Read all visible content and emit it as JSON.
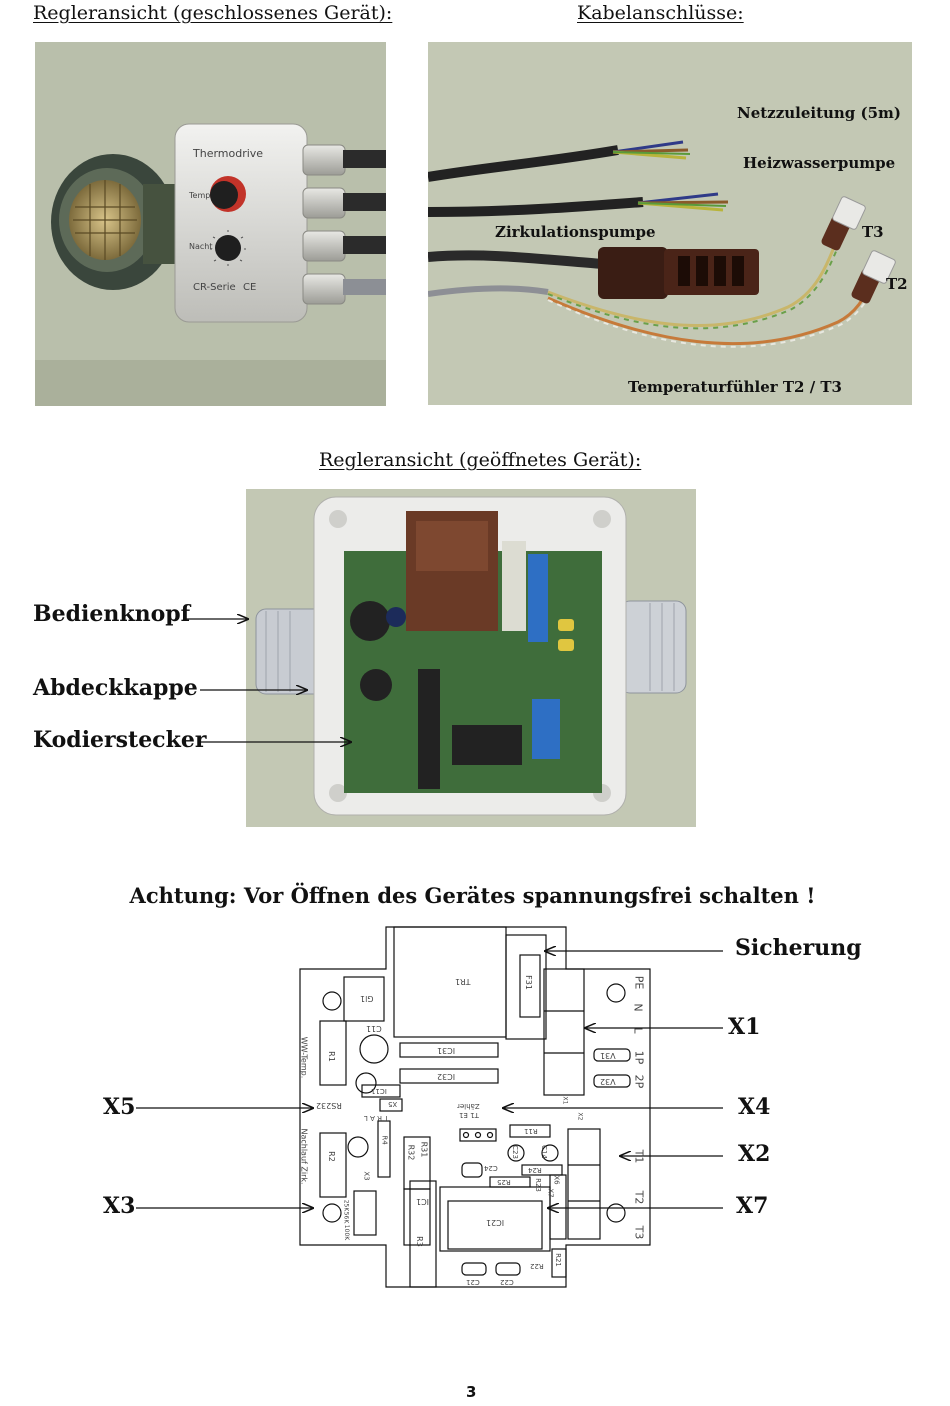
{
  "captions": {
    "closed": "Regleransicht (geschlossenes Gerät):",
    "cables": "Kabelanschlüsse:",
    "opened": "Regleransicht (geöffnetes Gerät):"
  },
  "device": {
    "brand": "Thermodrive",
    "temp": "Temp",
    "nacht": "Nacht",
    "series": "CR-Serie",
    "ce": "CE"
  },
  "cables": {
    "netz": "Netzzuleitung (5m)",
    "heiz": "Heizwasserpumpe",
    "zirk": "Zirkulationspumpe",
    "t3": "T3",
    "t2": "T2",
    "fuehler": "Temperaturfühler T2 / T3"
  },
  "opened_labels": {
    "bedienknopf": "Bedienknopf",
    "abdeckkappe": "Abdeckkappe",
    "kodierstecker": "Kodierstecker"
  },
  "warning": "Achtung: Vor Öffnen des Gerätes spannungsfrei schalten !",
  "schematic_labels": {
    "sicherung": "Sicherung",
    "x1": "X1",
    "x5": "X5",
    "x4": "X4",
    "x2": "X2",
    "x3": "X3",
    "x7": "X7"
  },
  "pcb": {
    "tr1": "TR1",
    "f31": "F31",
    "pe": "PE",
    "n": "N",
    "l": "L",
    "p1": "1P",
    "p2": "2P",
    "v31": "V31",
    "v32": "V32",
    "gl1": "Gl1",
    "c11": "C11",
    "r1": "R1",
    "ww": "WW-Temp.",
    "ic31": "IC31",
    "ic32": "IC32",
    "ic11": "IC11",
    "rs232": "RS232",
    "x5": "X5",
    "tral": "T R A L",
    "zaehler": "Zähler",
    "t1e1": "T1 E1",
    "r11": "R11",
    "c14": "C14",
    "x6": "X6",
    "r24": "R24",
    "r25": "R25",
    "x7": "X7",
    "r23": "R23",
    "c23": "C23",
    "c24": "C24",
    "r31": "R31",
    "r32": "R32",
    "r4": "R4",
    "r2": "R2",
    "nachlauf": "Nachlauf Zirk.",
    "x3": "X3",
    "ic1": "IC1",
    "ic21": "IC21",
    "r3": "R3",
    "c21": "C21",
    "c22": "C22",
    "r21": "R21",
    "r22": "R22",
    "x1": "X1",
    "x2": "X2",
    "t1": "T1",
    "t2": "T2",
    "t3": "T3",
    "k100": "100K",
    "k56": "56K",
    "k25": "25K"
  },
  "page_number": "3"
}
